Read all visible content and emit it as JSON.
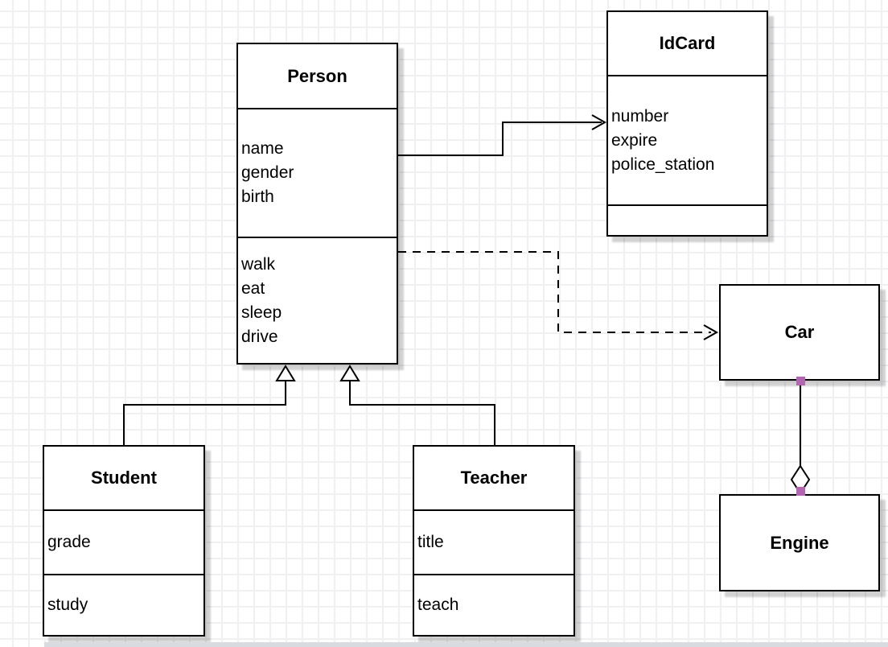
{
  "diagram": {
    "classes": [
      {
        "title": "Person",
        "attributes": [
          "name",
          "gender",
          "birth"
        ],
        "methods": [
          "walk",
          "eat",
          "sleep",
          "drive"
        ]
      },
      {
        "title": "IdCard",
        "attributes": [
          "number",
          "expire",
          "police_station"
        ],
        "methods": []
      },
      {
        "title": "Car",
        "attributes": [],
        "methods": []
      },
      {
        "title": "Engine",
        "attributes": [],
        "methods": []
      },
      {
        "title": "Student",
        "attributes": [
          "grade"
        ],
        "methods": [
          "study"
        ]
      },
      {
        "title": "Teacher",
        "attributes": [
          "title"
        ],
        "methods": [
          "teach"
        ]
      }
    ],
    "relationships": [
      {
        "from": "Person",
        "to": "IdCard",
        "type": "association",
        "line": "solid",
        "arrowhead": "open"
      },
      {
        "from": "Person",
        "to": "Car",
        "type": "dependency",
        "line": "dashed",
        "arrowhead": "open"
      },
      {
        "from": "Student",
        "to": "Person",
        "type": "generalization",
        "line": "solid",
        "arrowhead": "hollow-triangle"
      },
      {
        "from": "Teacher",
        "to": "Person",
        "type": "generalization",
        "line": "solid",
        "arrowhead": "hollow-triangle"
      },
      {
        "from": "Car",
        "to": "Engine",
        "type": "aggregation",
        "line": "solid",
        "arrowhead": "hollow-diamond"
      }
    ],
    "colors": {
      "stroke": "#000000",
      "class_fill": "#ffffff",
      "shadow": "#c9c9c9",
      "connection_point": "#b366b0",
      "grid_line": "#f0f0f3",
      "background": "#ffffff",
      "bottom_edge": "#d8dbdf"
    }
  }
}
